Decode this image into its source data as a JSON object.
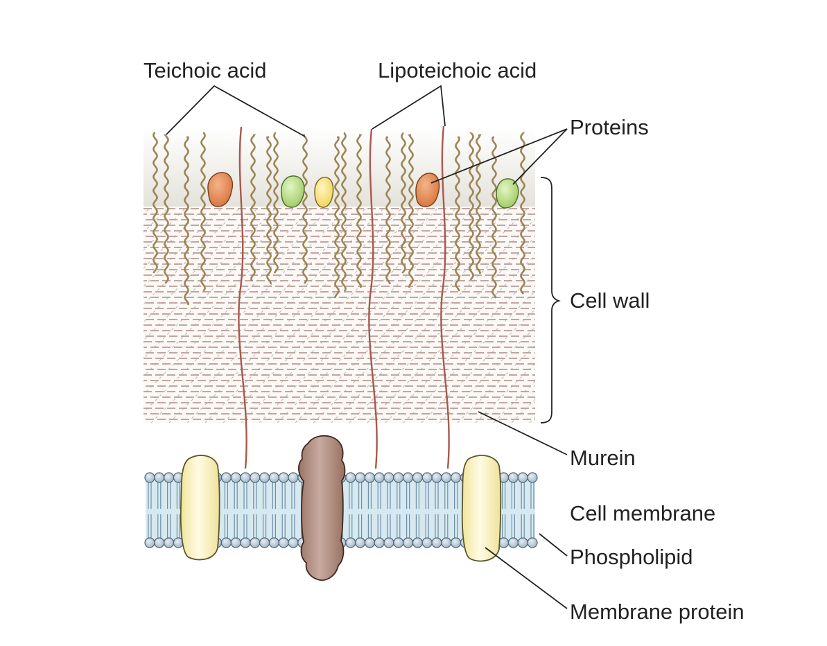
{
  "labels": {
    "teichoic_acid": "Teichoic acid",
    "lipoteichoic_acid": "Lipoteichoic acid",
    "proteins": "Proteins",
    "cell_wall": "Cell wall",
    "murein": "Murein",
    "cell_membrane": "Cell membrane",
    "phospholipid": "Phospholipid",
    "membrane_protein": "Membrane protein"
  },
  "colors": {
    "teichoic_strand": "#9c8454",
    "lipoteichoic_strand": "#a8584e",
    "murein_dash": "#b89a96",
    "murein_hatch": "#b8c6c4",
    "wall_top_tint": "#e8e6df",
    "phospholipid_head": "#a8bccb",
    "phospholipid_tail": "#6f8fa5",
    "membrane_fill": "#cfe4ee",
    "membrane_protein_pale": "#f4edb0",
    "membrane_protein_brown": "#a88478",
    "protein_orange": "#de7f46",
    "protein_green": "#a8d070",
    "protein_yellow": "#f3dc6a"
  }
}
